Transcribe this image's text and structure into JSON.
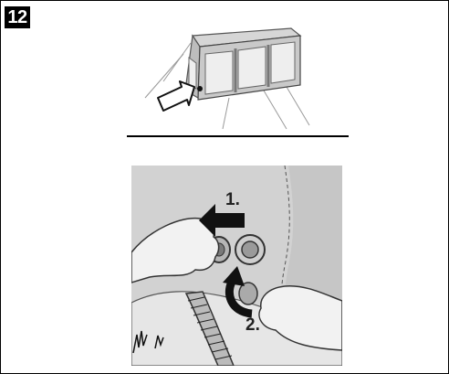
{
  "step": {
    "number": "12"
  },
  "instructions": {
    "step_one_label": "1.",
    "step_two_label": "2."
  },
  "colors": {
    "badge_background": "#000000",
    "badge_text": "#ffffff",
    "awning_fabric": "#c9c9c9",
    "awning_panel": "#e4e4e4",
    "photo_background": "#d0d0d0",
    "arrow": "#111111"
  },
  "icons": {
    "pointer": "hollow-arrow-icon",
    "valve": "valve-icon",
    "direction": "curved-arrow-icon"
  }
}
